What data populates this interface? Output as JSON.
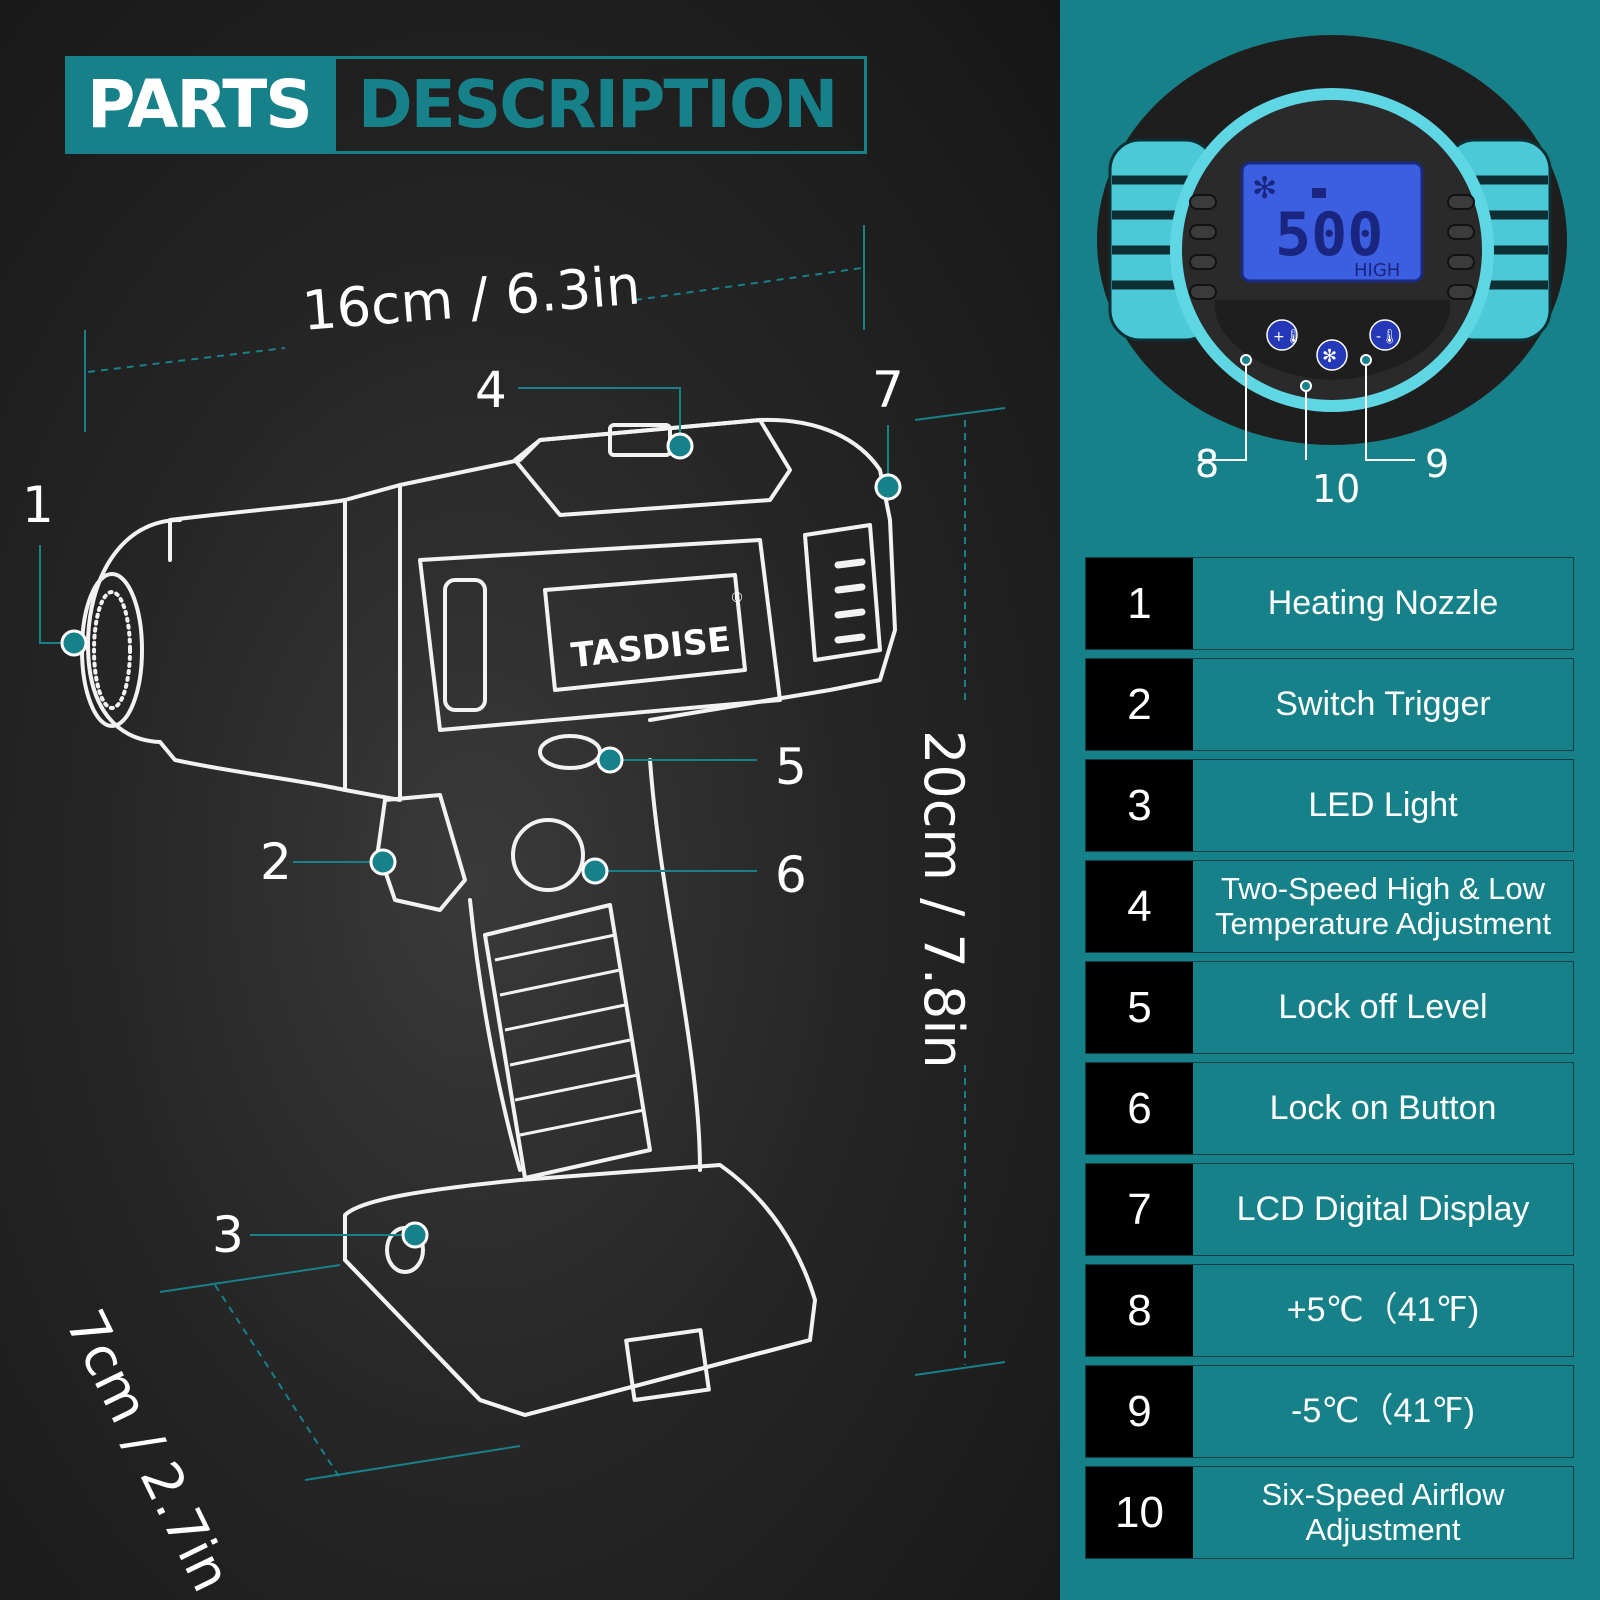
{
  "title": {
    "part1": "PARTS",
    "part2": "DESCRIPTION"
  },
  "dimensions": {
    "width": "16cm / 6.3in",
    "height": "20cm / 7.8in",
    "depth": "7cm / 2.7in"
  },
  "brand": {
    "name": "TASDISE",
    "registered_mark": "®"
  },
  "display": {
    "value": "500",
    "mode": "HIGH"
  },
  "callouts": [
    "1",
    "2",
    "3",
    "4",
    "5",
    "6",
    "7"
  ],
  "device_callouts": [
    "8",
    "10",
    "9"
  ],
  "parts": [
    {
      "num": "1",
      "name": "Heating Nozzle"
    },
    {
      "num": "2",
      "name": "Switch Trigger"
    },
    {
      "num": "3",
      "name": "LED Light"
    },
    {
      "num": "4",
      "name": "Two-Speed High & Low Temperature Adjustment"
    },
    {
      "num": "5",
      "name": "Lock off Level"
    },
    {
      "num": "6",
      "name": "Lock on Button"
    },
    {
      "num": "7",
      "name": "LCD Digital Display"
    },
    {
      "num": "8",
      "name": "+5℃（41℉)"
    },
    {
      "num": "9",
      "name": "-5℃（41℉)"
    },
    {
      "num": "10",
      "name": "Six-Speed Airflow Adjustment"
    }
  ],
  "colors": {
    "accent": "#17818a",
    "background": "#1c1c1c",
    "lcd": "#3b5fe0",
    "ring": "#5fd6e3"
  }
}
